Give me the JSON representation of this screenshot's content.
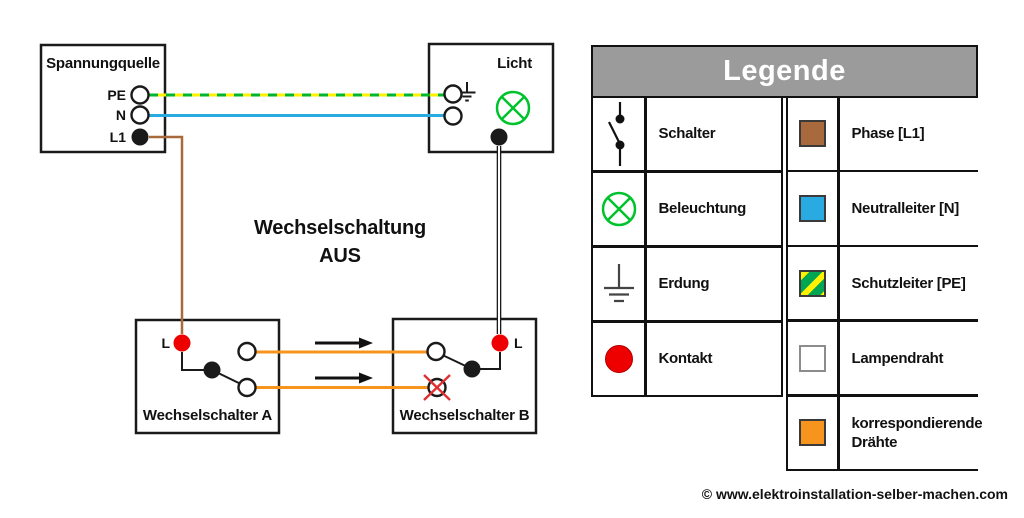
{
  "diagram": {
    "source_box": {
      "title": "Spannungquelle",
      "terminal_pe": "PE",
      "terminal_n": "N",
      "terminal_l1": "L1"
    },
    "light_box": {
      "title": "Licht"
    },
    "state_title_line1": "Wechselschaltung",
    "state_title_line2": "AUS",
    "switch_a": {
      "title": "Wechselschalter A",
      "terminal_l": "L"
    },
    "switch_b": {
      "title": "Wechselschalter B",
      "terminal_l": "L"
    }
  },
  "legend": {
    "header": "Legende",
    "left_rows": [
      {
        "icon": "switch-icon",
        "label": "Schalter"
      },
      {
        "icon": "lamp-icon",
        "label": "Beleuchtung"
      },
      {
        "icon": "ground-icon",
        "label": "Erdung"
      },
      {
        "icon": "contact-icon",
        "label": "Kontakt"
      }
    ],
    "right_rows": [
      {
        "icon": "phase-swatch",
        "label": "Phase [L1]"
      },
      {
        "icon": "neutral-swatch",
        "label": "Neutralleiter [N]"
      },
      {
        "icon": "pe-swatch",
        "label": "Schutzleiter [PE]"
      },
      {
        "icon": "lamp-wire-swatch",
        "label": "Lampendraht"
      },
      {
        "icon": "corresponding-swatch",
        "label": "korrespondierende Drähte"
      }
    ]
  },
  "colors": {
    "phase_brown": "#A86A3D",
    "neutral_blue": "#29ABE2",
    "pe_yellow": "#FFF200",
    "pe_green": "#00B52F",
    "lamp_green": "#00C32C",
    "contact_red": "#EE0000",
    "cross_red": "#E03131",
    "corresponding_orange": "#F7941E",
    "legend_header_gray": "#9B9B9B",
    "line_black": "#1A1A1A"
  },
  "swatches": {
    "header": "background:#9B9B9B",
    "phase": "background:#A86A3D",
    "neutral": "background:#29ABE2",
    "pe": "background:repeating-linear-gradient(135deg,#FFF200 0 6px,#00A651 6px 15px)",
    "lamp_wire": "background:#FFFFFF;border-color:#8C8C8C",
    "corresponding": "background:#F7941E",
    "contact": "background:#EE0000"
  },
  "footer": {
    "copyright": "© www.elektroinstallation-selber-machen.com"
  }
}
